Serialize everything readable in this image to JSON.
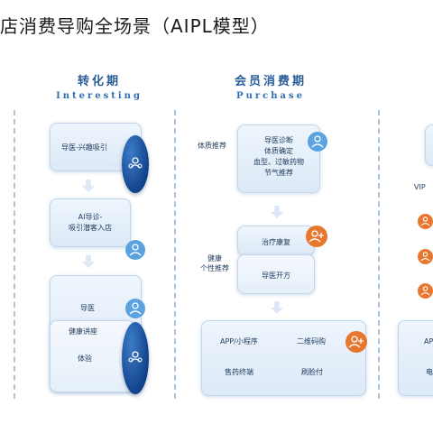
{
  "title": "店消费导购全场景（AIPL模型）",
  "columns": [
    {
      "cn": "转化期",
      "en": "Interesting"
    },
    {
      "cn": "会员消费期",
      "en": "Purchase"
    }
  ],
  "col1": {
    "card1": "导医-兴趣吸引",
    "card2_line1": "AI导诊-",
    "card2_line2": "吸引潜客入店",
    "card3_top": "导医",
    "card3_mid": "健康讲座",
    "card3_bottom": "体验"
  },
  "col2": {
    "side_label1": "体质推荐",
    "card1_lines": [
      "导医诊断",
      "体质确定",
      "血型、过敏药物",
      "节气推荐"
    ],
    "side_label2_line1": "健康",
    "side_label2_line2": "个性推荐",
    "card2a": "治疗康复",
    "card2b": "导医开方",
    "bottom": [
      "APP/小程序",
      "二维码购",
      "售药终端",
      "刷脸付"
    ]
  },
  "col3": {
    "vip": "VIP",
    "app_partial": "APP",
    "bottom_partial": "电"
  },
  "colors": {
    "accent": "#2a5d97",
    "icon_light": "#5aa3e0",
    "icon_orange": "#e8772e",
    "pill_dark": "#12438b"
  },
  "icons": [
    "group-icon",
    "person-icon",
    "person-add-icon",
    "orange-person-icon"
  ]
}
